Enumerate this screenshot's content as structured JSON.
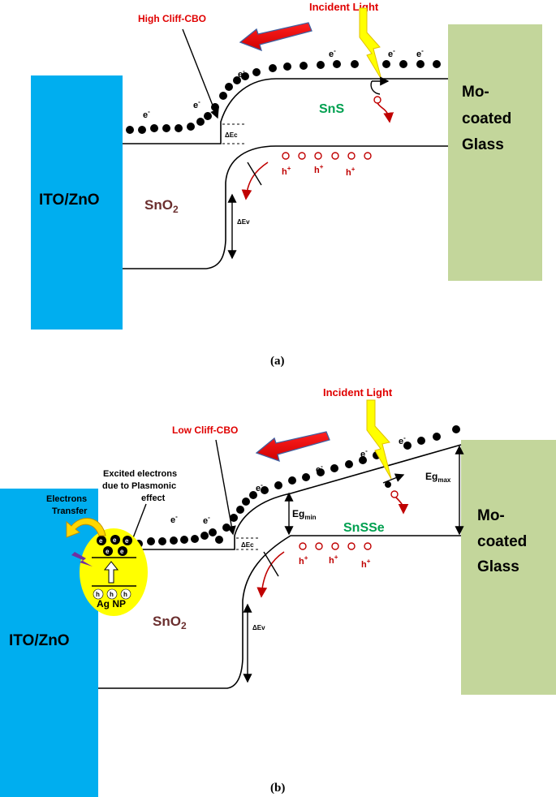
{
  "colors": {
    "ito": "#00aeef",
    "glass": "#c3d69b",
    "red": "#e00000",
    "green": "#00a050",
    "brown": "#6b2f2f",
    "dark_red": "#c00000",
    "yellow": "#ffff00",
    "black": "#000000"
  },
  "panel_a": {
    "caption": "(a)",
    "ito_label": "ITO/ZnO",
    "sno2_label": "SnO",
    "sno2_sub": "2",
    "sns_label": "SnS",
    "glass_label": [
      "Mo-",
      "coated",
      "Glass"
    ],
    "cliff_label": "High Cliff-CBO",
    "light_label": "Incident  Light",
    "delta_ec": "ΔEc",
    "delta_ev": "ΔEv",
    "electron": "e",
    "electron_sup": "-",
    "hole": "h",
    "hole_sup": "+"
  },
  "panel_b": {
    "caption": "(b)",
    "ito_label": "ITO/ZnO",
    "sno2_label": "SnO",
    "sno2_sub": "2",
    "snsse_label": "SnSSe",
    "glass_label": [
      "Mo-",
      "coated",
      "Glass"
    ],
    "cliff_label": "Low Cliff-CBO",
    "light_label": "Incident  Light",
    "delta_ec": "ΔEc",
    "delta_ev": "ΔEv",
    "eg_min": "Eg",
    "eg_min_sub": "min",
    "eg_max": "Eg",
    "eg_max_sub": "max",
    "excited_label": [
      "Excited electrons",
      "due to Plasmonic",
      "effect"
    ],
    "transfer_label": [
      "Electrons",
      "Transfer"
    ],
    "ag_label": "Ag NP",
    "electron": "e",
    "electron_sup": "-",
    "hole": "h",
    "hole_sup": "+"
  }
}
